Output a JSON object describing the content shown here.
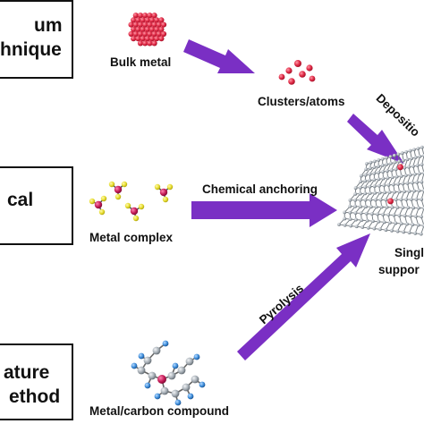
{
  "boxes": {
    "top": {
      "line1": "um",
      "line2": "hnique"
    },
    "middle": {
      "line1": "cal"
    },
    "bottom": {
      "line1": "ature",
      "line2": "ethod"
    }
  },
  "labels": {
    "bulk_metal": "Bulk metal",
    "clusters_atoms": "Clusters/atoms",
    "deposition": "Depositio",
    "chemical_anchoring": "Chemical anchoring",
    "metal_complex": "Metal complex",
    "pyrolysis": "Pyrolysis",
    "metal_carbon_compound": "Metal/carbon compound",
    "single_line1": "Singl",
    "single_line2": "suppor"
  },
  "colors": {
    "arrow": "#7a2fc4",
    "metal": "#e02a46",
    "ligand": "#e6dc2c",
    "center": "#c21a55",
    "carbon": "#9aa4ad",
    "hydrogen": "#3a8ad9"
  },
  "icons": [
    "bulk-metal-cluster",
    "metal-atoms",
    "metal-complex-molecules",
    "graphene-sheet",
    "metal-carbon-molecule"
  ]
}
